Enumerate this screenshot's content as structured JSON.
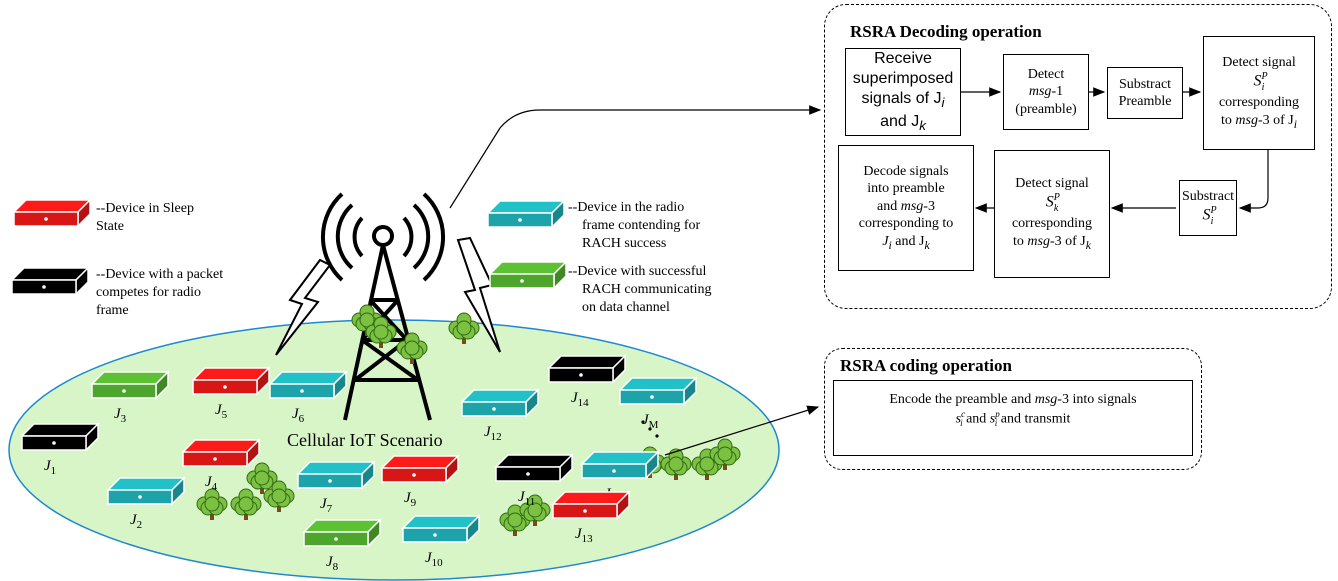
{
  "legend": {
    "sleep": {
      "line1": "--Device in Sleep",
      "line2": "State"
    },
    "packet": {
      "line1": "--Device with a packet",
      "line2": "competes for radio",
      "line3": "frame"
    },
    "contending": {
      "line1": "--Device in the radio",
      "line2": "frame contending for",
      "line3": "RACH success"
    },
    "success": {
      "line1": "--Device with successful",
      "line2": "RACH communicating",
      "line3": "on data channel"
    }
  },
  "colors": {
    "sleep": "#ff1a1a",
    "packet": "#000000",
    "contending": "#22c1c8",
    "success": "#5cc233",
    "ellipse": "#d8f5c8",
    "ellipse_stroke": "#1e88d0"
  },
  "scenario_label": "Cellular IoT Scenario",
  "devices": [
    {
      "label": "J3",
      "base": "J",
      "sub": "3",
      "type": "success"
    },
    {
      "label": "J5",
      "base": "J",
      "sub": "5",
      "type": "sleep"
    },
    {
      "label": "J6",
      "base": "J",
      "sub": "6",
      "type": "contending"
    },
    {
      "label": "J1",
      "base": "J",
      "sub": "1",
      "type": "packet"
    },
    {
      "label": "J4",
      "base": "J",
      "sub": "4",
      "type": "sleep"
    },
    {
      "label": "J2",
      "base": "J",
      "sub": "2",
      "type": "contending"
    },
    {
      "label": "J7",
      "base": "J",
      "sub": "7",
      "type": "contending"
    },
    {
      "label": "J9",
      "base": "J",
      "sub": "9",
      "type": "sleep"
    },
    {
      "label": "J8",
      "base": "J",
      "sub": "8",
      "type": "success"
    },
    {
      "label": "J10",
      "base": "J",
      "sub": "10",
      "type": "contending"
    },
    {
      "label": "J12",
      "base": "J",
      "sub": "12",
      "type": "contending"
    },
    {
      "label": "J14",
      "base": "J",
      "sub": "14",
      "type": "packet"
    },
    {
      "label": "JM",
      "base": "J",
      "sub": "M",
      "type": "contending"
    },
    {
      "label": "J11",
      "base": "J",
      "sub": "11",
      "type": "packet"
    },
    {
      "label": "Ji",
      "base": "J",
      "sub": "i",
      "type": "contending"
    },
    {
      "label": "J13",
      "base": "J",
      "sub": "13",
      "type": "sleep"
    }
  ],
  "decoding": {
    "title": "RSRA Decoding operation",
    "step1": {
      "line1": "Receive",
      "line2": "superimposed",
      "line3": "signals of J",
      "sub3": "i",
      "line4": "and J",
      "sub4": "k"
    },
    "step2": {
      "line1": "Detect",
      "line2": "msg",
      "line2b": "-1",
      "line3": "(preamble)"
    },
    "step3": {
      "line1": "Substract",
      "line2": "Preamble"
    },
    "step4": {
      "line1": "Detect signal",
      "sym": "S",
      "sup": "P",
      "sub": "i",
      "line3": "corresponding",
      "line4a": "to ",
      "line4b": "msg",
      "line4c": "-3 of J",
      "line4sub": "i"
    },
    "step5": {
      "line1": "Substract",
      "sym": "S",
      "sup": "P",
      "sub": "i"
    },
    "step6": {
      "line1": "Detect signal",
      "sym": "S",
      "sup": "P",
      "sub": "k",
      "line3": "corresponding",
      "line4a": "to ",
      "line4b": "msg",
      "line4c": "-3 of J",
      "line4sub": "k"
    },
    "step7": {
      "line1": "Decode signals",
      "line2": "into preamble",
      "line3a": "and ",
      "line3b": "msg",
      "line3c": "-3",
      "line4": "corresponding to",
      "line5a": "J",
      "line5sub": "i",
      "line5b": " and J",
      "line5sub2": "k"
    }
  },
  "coding": {
    "title": "RSRA coding operation",
    "line1a": "Encode the preamble and ",
    "line1b": "msg",
    "line1c": "-3 into signals",
    "s1": "s",
    "s1sup": "c",
    "s1sub": "i",
    "mid": " and ",
    "s2": "s",
    "s2sup": "p",
    "s2sub": "i",
    "end": " and transmit"
  }
}
